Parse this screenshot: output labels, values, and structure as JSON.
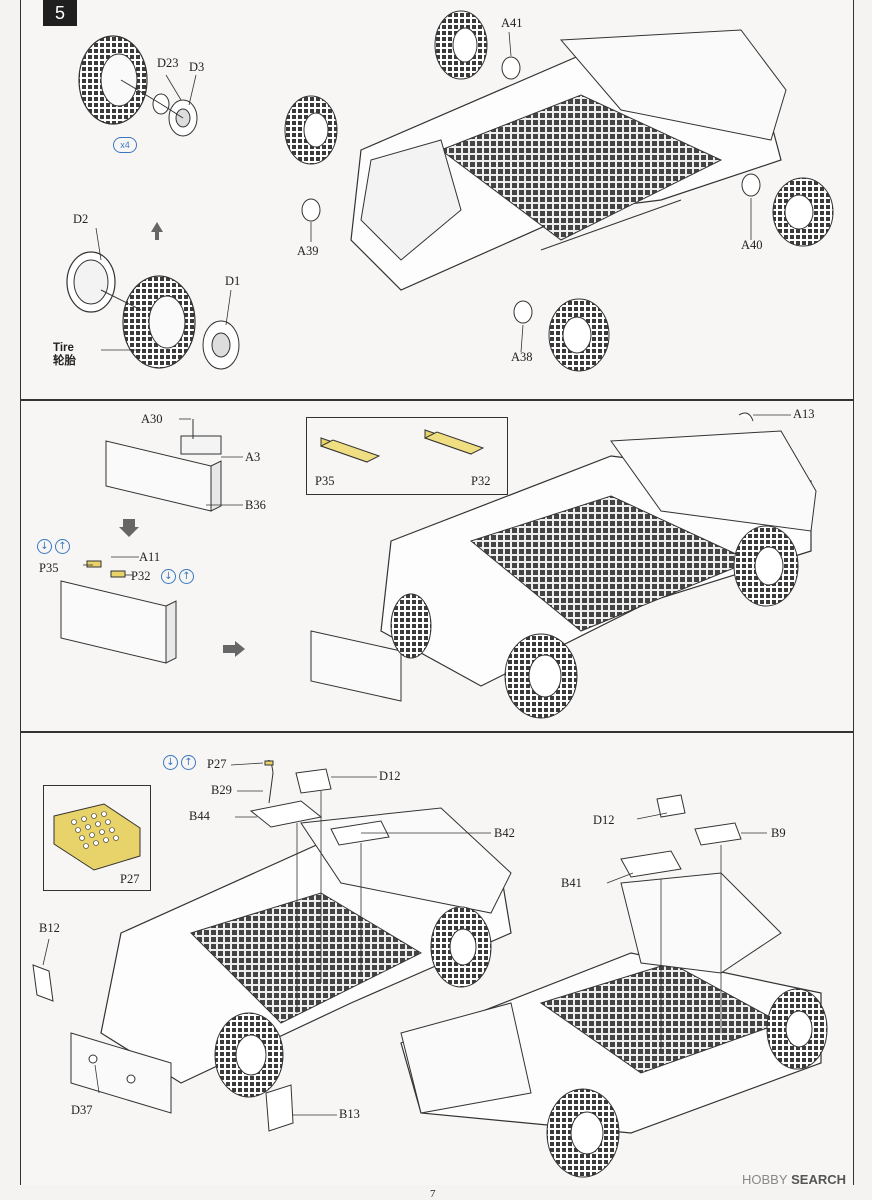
{
  "step": "5",
  "panel1": {
    "labels": {
      "d23": "D23",
      "d3": "D3",
      "d2": "D2",
      "d1": "D1",
      "a41": "A41",
      "a39": "A39",
      "a40": "A40",
      "a38": "A38"
    },
    "quantity": "x4",
    "tire_label_en": "Tire",
    "tire_label_zh": "轮胎"
  },
  "panel2": {
    "labels": {
      "a30": "A30",
      "a3": "A3",
      "b36": "B36",
      "a11": "A11",
      "p35": "P35",
      "p32": "P32",
      "a13": "A13",
      "inset_p35": "P35",
      "inset_p32": "P32"
    }
  },
  "panel3": {
    "labels": {
      "p27": "P27",
      "b29": "B29",
      "b44": "B44",
      "d12_left": "D12",
      "b42": "B42",
      "b12": "B12",
      "d37": "D37",
      "b13": "B13",
      "d12_right": "D12",
      "b9": "B9",
      "b41": "B41",
      "inset_p27": "P27"
    }
  },
  "page_number": "7",
  "watermark": {
    "brand": "HOBBY",
    "word": "SEARCH"
  },
  "colors": {
    "line": "#333333",
    "accent": "#3a78c2",
    "photo_etch": "#e8d36a",
    "tread": "#3a3a3a"
  }
}
